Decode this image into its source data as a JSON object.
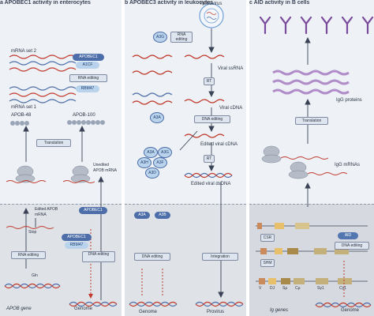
{
  "panels": {
    "a": {
      "title": "a  APOBEC1 activity in enterocytes"
    },
    "b": {
      "title": "b  APOBEC3 activity in leukocytes"
    },
    "c": {
      "title": "c  AID activity in B cells"
    }
  },
  "a": {
    "mrna_set2": "mRNA set 2",
    "mrna_set1": "mRNA set 1",
    "apobec1": "APOBEC1",
    "a1cf": "A1CF",
    "rna_editing": "RNA editing",
    "rbm47": "RBM47",
    "apob48": "APOB-48",
    "apob100": "APOB-100",
    "translation": "Translation",
    "unedited_mrna": "Unedited APOB mRNA",
    "edited_mrna": "Edited APOB mRNA",
    "stop": "Stop",
    "gln": "Gln",
    "apobec1_nuc": "APOBEC1",
    "rbm47_nuc": "RBM47",
    "rna_editing_nuc": "RNA editing",
    "apobec1_b": "APOBEC1",
    "dna_editing": "DNA editing",
    "gene": "APOB gene",
    "genome": "Genome"
  },
  "b": {
    "retrovirus": "Retrovirus",
    "a3g": "A3G",
    "rna_editing": "RNA editing",
    "viral_ssrna": "Viral ssRNA",
    "rt": "RT",
    "viral_cdna": "Viral cDNA",
    "a3a": "A3A",
    "dna_editing": "DNA editing",
    "edited_cdna": "Edited viral cDNA",
    "a3a2": "A3A",
    "a3g2": "A3G",
    "a3h": "A3H",
    "a3f": "A3F",
    "a3d": "A3D",
    "rt2": "RT",
    "edited_dsdna": "Edited viral dsDNA",
    "a3a_nuc": "A3A",
    "a3b_nuc": "A3B",
    "dna_editing_nuc": "DNA editing",
    "integration": "Integration",
    "genome": "Genome",
    "provirus": "Provirus"
  },
  "c": {
    "igg": "IgG proteins",
    "translation": "Translation",
    "igg_mrnas": "IgG mRNAs",
    "csr": "CSR",
    "shm": "SHM",
    "aid": "AID",
    "dna_editing": "DNA editing",
    "ig_gene": "Ig genes",
    "genome": "Genome",
    "seg_v": "V",
    "seg_dj": "DJ",
    "seg_sm": "Sμ",
    "seg_cm": "Cμ",
    "seg_sy1": "Sγ1",
    "seg_cy1": "Cγ1"
  },
  "colors": {
    "blue": "#4d6ea8",
    "red": "#c0392b",
    "panel": "#eef2f7",
    "nucleus": "#dfe3e8"
  }
}
